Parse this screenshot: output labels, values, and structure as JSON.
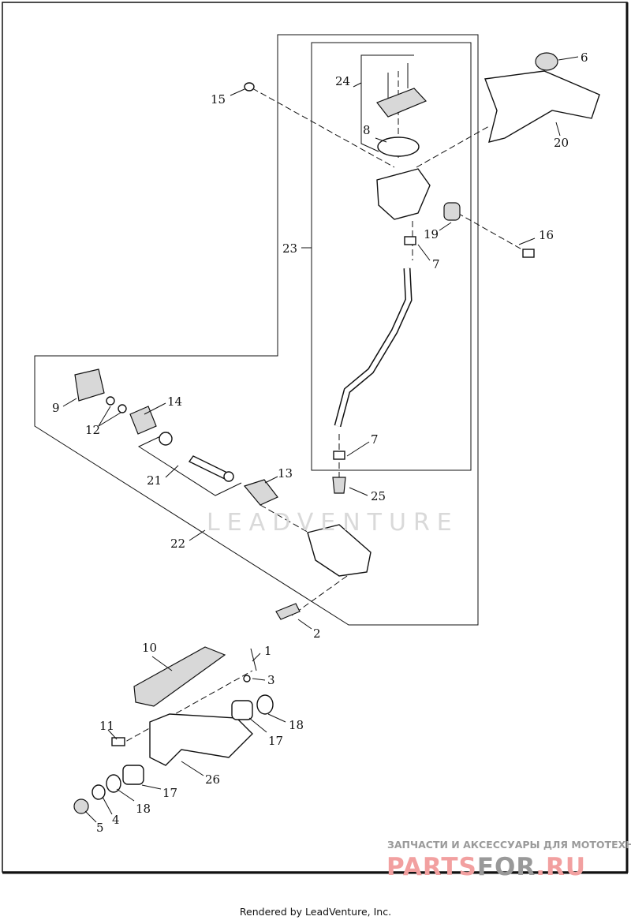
{
  "diagram": {
    "callouts": [
      "1",
      "2",
      "3",
      "4",
      "5",
      "6",
      "7",
      "7",
      "8",
      "9",
      "10",
      "11",
      "12",
      "13",
      "14",
      "15",
      "16",
      "17",
      "17",
      "18",
      "18",
      "19",
      "20",
      "21",
      "22",
      "23",
      "24",
      "25",
      "26"
    ]
  },
  "watermark": {
    "text": "LEADVENTURE"
  },
  "promo": {
    "line1": "ЗАПЧАСТИ И АКСЕССУАРЫ ДЛЯ МОТОТЕХНИКИ",
    "brand_a": "PARTS",
    "brand_b": "FOR",
    "brand_c": ".RU"
  },
  "footer": {
    "text": "Rendered by LeadVenture, Inc."
  }
}
